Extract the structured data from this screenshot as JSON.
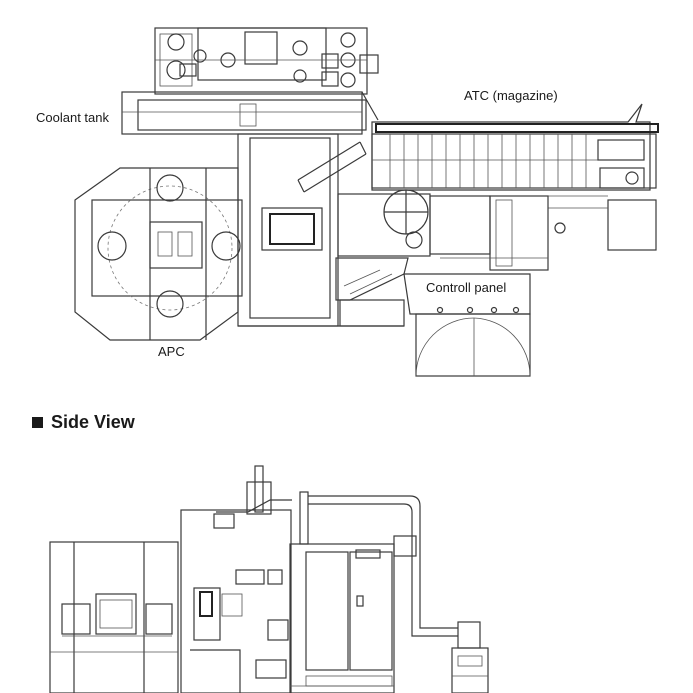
{
  "top_view": {
    "labels": {
      "coolant_tank": "Coolant tank",
      "atc": "ATC (magazine)",
      "control_panel": "Controll panel",
      "apc": "APC"
    }
  },
  "side_view": {
    "heading": "Side View"
  }
}
